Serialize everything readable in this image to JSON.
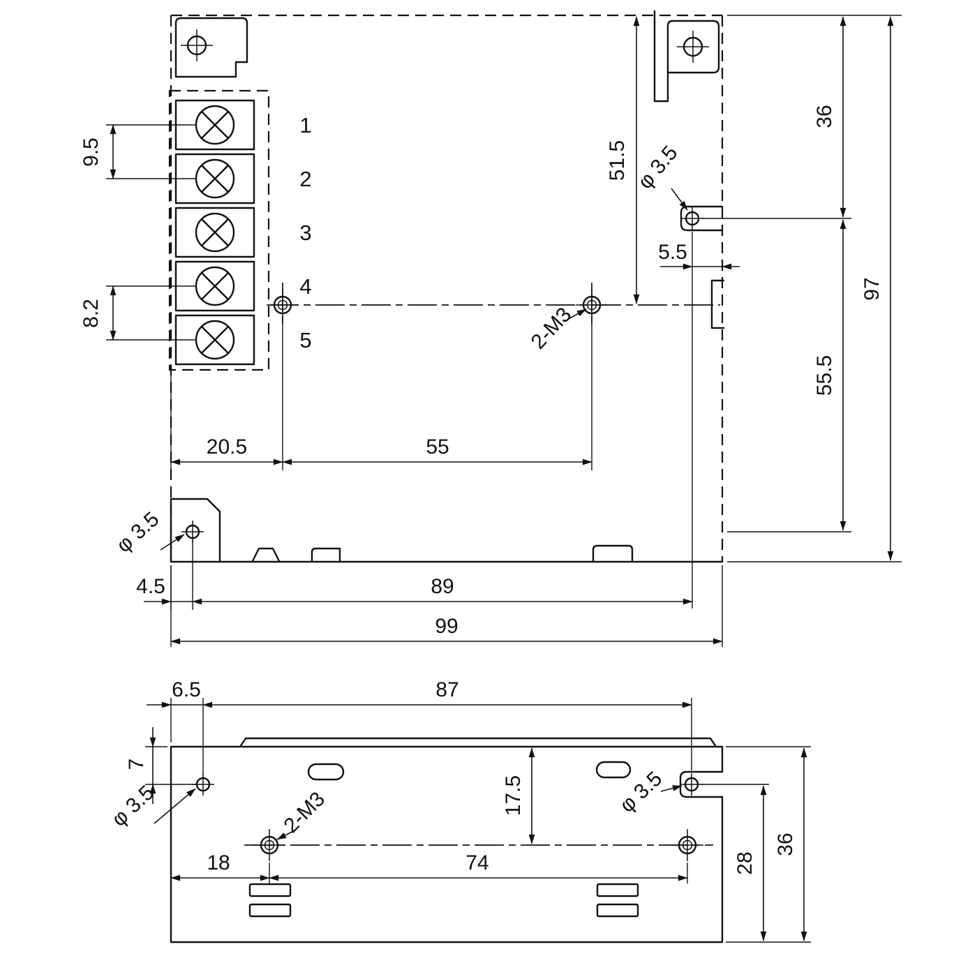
{
  "page": {
    "title": "Power supply enclosure mechanical dimension drawing",
    "background": "#ffffff",
    "line_color": "#111111"
  },
  "top_view": {
    "terminals": [
      "1",
      "2",
      "3",
      "4",
      "5"
    ],
    "labels": {
      "pitch_terminal_1_2": "9.5",
      "pitch_terminal_4_5": "8.2",
      "top_to_centerline": "51.5",
      "side_hole_dia": "φ 3.5",
      "side_hole_to_edge": "5.5",
      "top_to_side_hole": "36",
      "side_hole_to_bottom": "55.5",
      "overall_depth": "97",
      "mounting_thread": "2-M3",
      "edge_to_first_hole": "20.5",
      "hole_spacing": "55",
      "edge_to_bottom_hole": "4.5",
      "bottom_hole_span": "89",
      "overall_width": "99",
      "bottom_hole_dia": "φ 3.5"
    }
  },
  "side_view": {
    "labels": {
      "edge_to_hole_top": "6.5",
      "hole_span_top": "87",
      "top_to_hole": "7",
      "left_hole_dia": "φ 3.5",
      "mounting_thread": "2-M3",
      "top_to_centerline": "17.5",
      "right_hole_dia": "φ 3.5",
      "edge_to_hole_bottom": "18",
      "hole_span_bottom": "74",
      "hole_to_bottom": "28",
      "overall_height": "36"
    }
  }
}
